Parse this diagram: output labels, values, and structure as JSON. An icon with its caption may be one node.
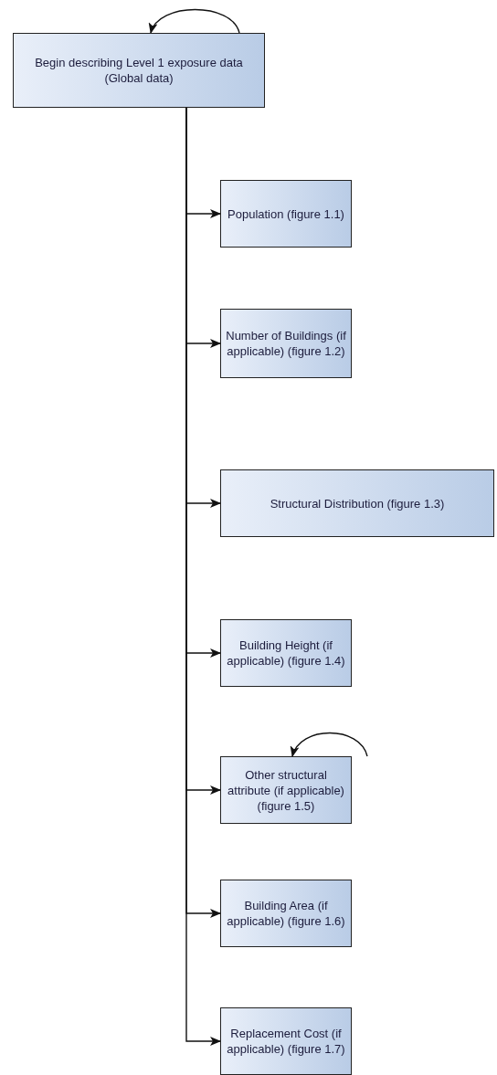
{
  "diagram": {
    "nodes": [
      {
        "text": [
          "Begin describing Level 1 exposure data (Global data)"
        ]
      },
      {
        "text": [
          "Population (figure 1.1)"
        ]
      },
      {
        "text": [
          "Number of Buildings (if applicable) (figure 1.2)"
        ]
      },
      {
        "text": [
          "Structural Distribution (figure 1.3)"
        ]
      },
      {
        "text": [
          "Building Height (if applicable) (figure 1.4)"
        ]
      },
      {
        "text": [
          "Other structural attribute (if applicable) (figure 1.5)"
        ]
      },
      {
        "text": [
          "Building Area (if applicable) (figure 1.6)"
        ]
      },
      {
        "text": [
          "Replacement Cost (if applicable) (figure 1.7)"
        ]
      }
    ],
    "edges": [
      {
        "from": 0,
        "to": 0,
        "arrow": "to"
      },
      {
        "from": 0,
        "to": 1,
        "arrow": "to"
      },
      {
        "from": 0,
        "to": 2,
        "arrow": "to"
      },
      {
        "from": 0,
        "to": 3,
        "arrow": "to"
      },
      {
        "from": 0,
        "to": 4,
        "arrow": "to"
      },
      {
        "from": 0,
        "to": 5,
        "arrow": "to"
      },
      {
        "from": 0,
        "to": 6,
        "arrow": "to"
      },
      {
        "from": 0,
        "to": 7,
        "arrow": "to"
      },
      {
        "from": 5,
        "to": 5,
        "arrow": "to"
      }
    ]
  }
}
